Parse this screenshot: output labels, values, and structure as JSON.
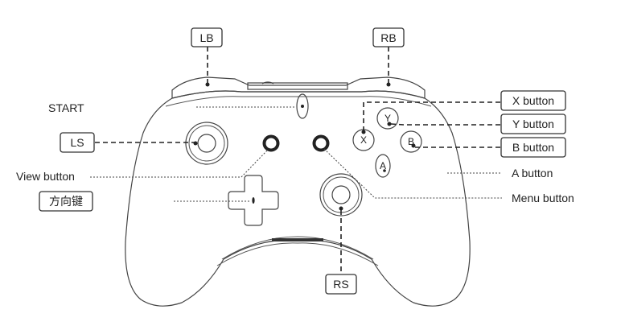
{
  "labels": {
    "lb": "LB",
    "rb": "RB",
    "start": "START",
    "ls": "LS",
    "view": "View button",
    "dpad": "方向键",
    "x": "X button",
    "y": "Y button",
    "b": "B button",
    "a": "A button",
    "menu": "Menu button",
    "rs": "RS"
  },
  "buttons": {
    "x": "X",
    "y": "Y",
    "b": "B",
    "a": "A"
  }
}
